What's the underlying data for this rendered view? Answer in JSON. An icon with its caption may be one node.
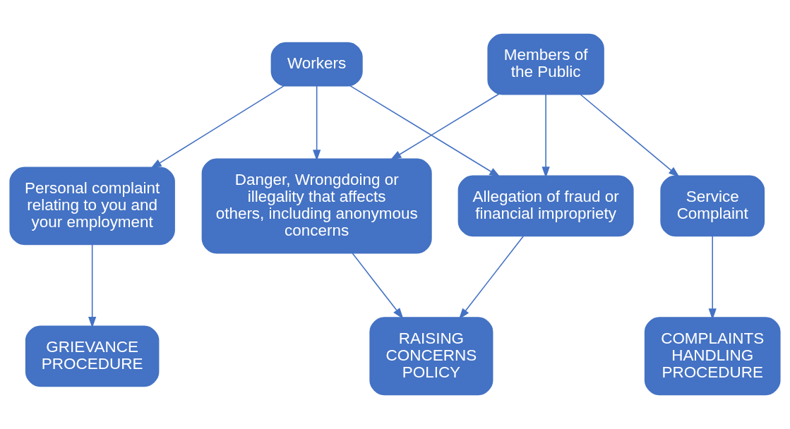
{
  "diagram": {
    "nodes": [
      {
        "text": [
          "Workers"
        ]
      },
      {
        "text": [
          "Members of the Public"
        ]
      },
      {
        "text": [
          "Personal complaint relating to you and your employment"
        ]
      },
      {
        "text": [
          "Danger, Wrongdoing or illegality that affects others, including anonymous concerns"
        ]
      },
      {
        "text": [
          "Allegation of fraud or financial impropriety"
        ]
      },
      {
        "text": [
          "Service Complaint"
        ]
      },
      {
        "text": [
          "GRIEVANCE PROCEDURE"
        ]
      },
      {
        "text": [
          "RAISING CONCERNS POLICY"
        ]
      },
      {
        "text": [
          "COMPLAINTS HANDLING PROCEDURE"
        ]
      }
    ],
    "edges": [
      {
        "from": 0,
        "to": 2,
        "arrow": "to"
      },
      {
        "from": 0,
        "to": 3,
        "arrow": "to"
      },
      {
        "from": 0,
        "to": 4,
        "arrow": "to"
      },
      {
        "from": 1,
        "to": 3,
        "arrow": "to"
      },
      {
        "from": 1,
        "to": 4,
        "arrow": "to"
      },
      {
        "from": 1,
        "to": 5,
        "arrow": "to"
      },
      {
        "from": 2,
        "to": 6,
        "arrow": "to"
      },
      {
        "from": 3,
        "to": 7,
        "arrow": "to"
      },
      {
        "from": 4,
        "to": 7,
        "arrow": "to"
      },
      {
        "from": 5,
        "to": 8,
        "arrow": "to"
      }
    ]
  }
}
